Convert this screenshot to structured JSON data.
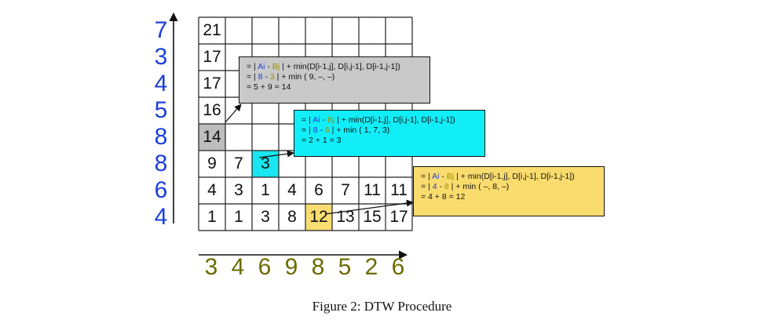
{
  "colors": {
    "seq_a": "#1a3fd8",
    "seq_b": "#6b6b00",
    "cell_gray": "#bdbdbd",
    "cell_cyan": "#19e6f0",
    "cell_yellow": "#f9dd72",
    "box_gray": "#c9c9c9",
    "box_cyan": "#12eef8",
    "box_yellow": "#fadc6e"
  },
  "seq_a": [
    "7",
    "3",
    "4",
    "5",
    "8",
    "8",
    "6",
    "4"
  ],
  "seq_b": [
    "3",
    "4",
    "6",
    "9",
    "8",
    "5",
    "2",
    "6"
  ],
  "grid": {
    "rows": [
      [
        "21",
        "",
        "",
        "",
        "",
        "",
        "",
        ""
      ],
      [
        "17",
        "",
        "",
        "",
        "",
        "",
        "",
        ""
      ],
      [
        "17",
        "",
        "",
        "",
        "",
        "",
        "",
        ""
      ],
      [
        "16",
        "",
        "",
        "",
        "",
        "",
        "",
        ""
      ],
      [
        "14",
        "",
        "",
        "",
        "",
        "",
        "",
        ""
      ],
      [
        "9",
        "7",
        "3",
        "",
        "",
        "",
        "",
        ""
      ],
      [
        "4",
        "3",
        "1",
        "4",
        "6",
        "7",
        "11",
        "11"
      ],
      [
        "1",
        "1",
        "3",
        "8",
        "12",
        "13",
        "15",
        "17"
      ]
    ],
    "highlights": [
      {
        "row": 4,
        "col": 0,
        "color": "gray"
      },
      {
        "row": 5,
        "col": 2,
        "color": "cyan"
      },
      {
        "row": 7,
        "col": 4,
        "color": "yellow"
      }
    ]
  },
  "callouts": {
    "gray": {
      "formula_prefix": "= |",
      "ai": "Ai",
      "dash": " - ",
      "bj": "Bj",
      "formula_suffix": "| + min(D[i-1,j], D[i,j-1], D[i-1,j-1])",
      "line2_prefix": "= |",
      "a_val": "8",
      "minus": " - ",
      "b_val": "3",
      "line2_suffix": "| + min ( 9, –, –)",
      "line3": "= 5 + 9 = 14"
    },
    "cyan": {
      "formula_prefix": "= |",
      "ai": "Ai",
      "dash": " - ",
      "bj": "Bj",
      "formula_suffix": "| + min(D[i-1,j], D[i,j-1], D[i-1,j-1])",
      "line2_prefix": "= |",
      "a_val": "8",
      "minus": " - ",
      "b_val": "6",
      "line2_suffix": "| + min ( 1, 7, 3)",
      "line3": "= 2 + 1 = 3"
    },
    "yellow": {
      "formula_prefix": "= |",
      "ai": "Ai",
      "dash": " - ",
      "bj": "Bj",
      "formula_suffix": "| + min(D[i-1,j], D[i,j-1], D[i-1,j-1])",
      "line2_prefix": "= |",
      "a_val": "4",
      "minus": " - ",
      "b_val": "8",
      "line2_suffix": "| + min ( –, 8, –)",
      "line3": "= 4 + 8 = 12"
    }
  },
  "caption": "Figure 2:  DTW Procedure"
}
